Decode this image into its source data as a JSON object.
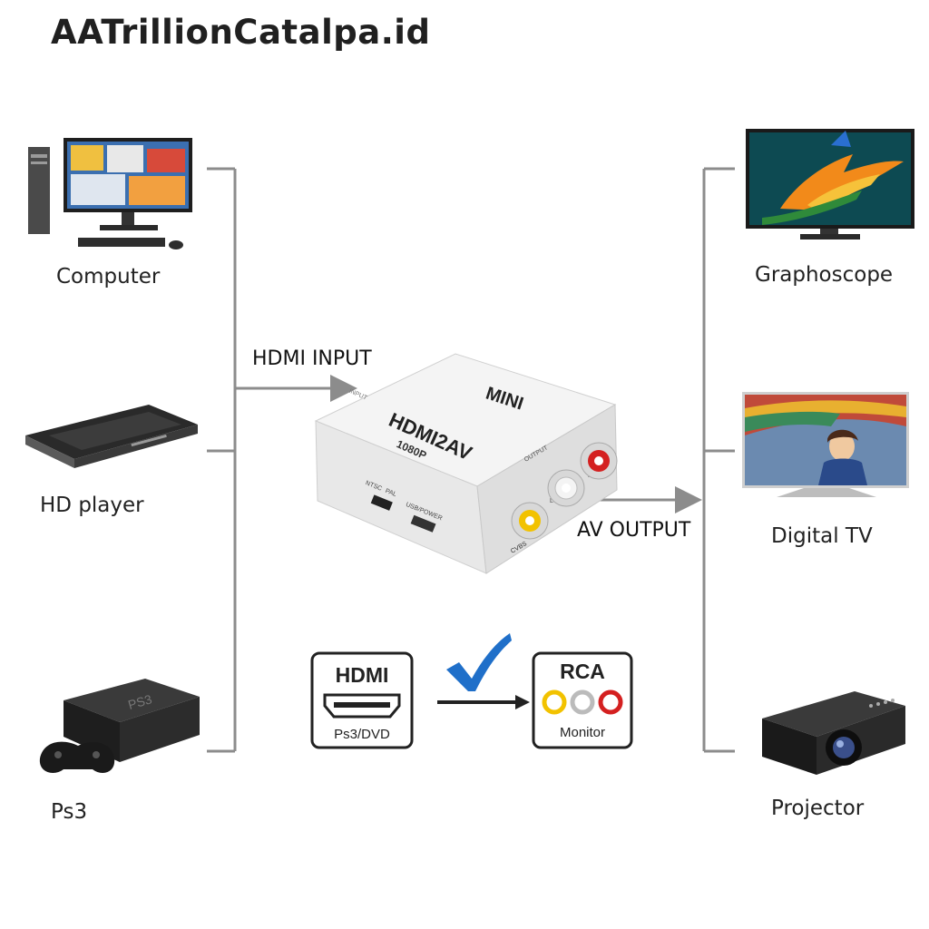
{
  "watermark": "AATrillionCatalpa.id",
  "left_devices": [
    {
      "label": "Computer",
      "icon": "computer-icon"
    },
    {
      "label": "HD player",
      "icon": "hd-player-icon"
    },
    {
      "label": "Ps3",
      "icon": "ps3-console-icon"
    }
  ],
  "right_devices": [
    {
      "label": "Graphoscope",
      "icon": "flat-tv-icon"
    },
    {
      "label": "Digital  TV",
      "icon": "digital-tv-icon"
    },
    {
      "label": "Projector",
      "icon": "projector-icon"
    }
  ],
  "flow": {
    "input_label": "HDMI INPUT",
    "output_label": "AV OUTPUT"
  },
  "converter": {
    "brand": "MINI",
    "model": "HDMI2AV",
    "resolution": "1080P",
    "port_output": "OUTPUT",
    "port_input": "INPUT",
    "switch_ntsc": "NTSC",
    "switch_pal": "PAL",
    "usb_label": "USB/POWER",
    "cvbs_label": "CVBS",
    "port_l": "L",
    "port_r": "R"
  },
  "bottom": {
    "hdmi_title": "HDMI",
    "hdmi_sub": "Ps3/DVD",
    "rca_title": "RCA",
    "rca_sub": "Monitor"
  },
  "colors": {
    "line": "#8c8c8c",
    "check": "#1f6fc9",
    "rca_yellow": "#f2c200",
    "rca_red": "#d42020"
  }
}
